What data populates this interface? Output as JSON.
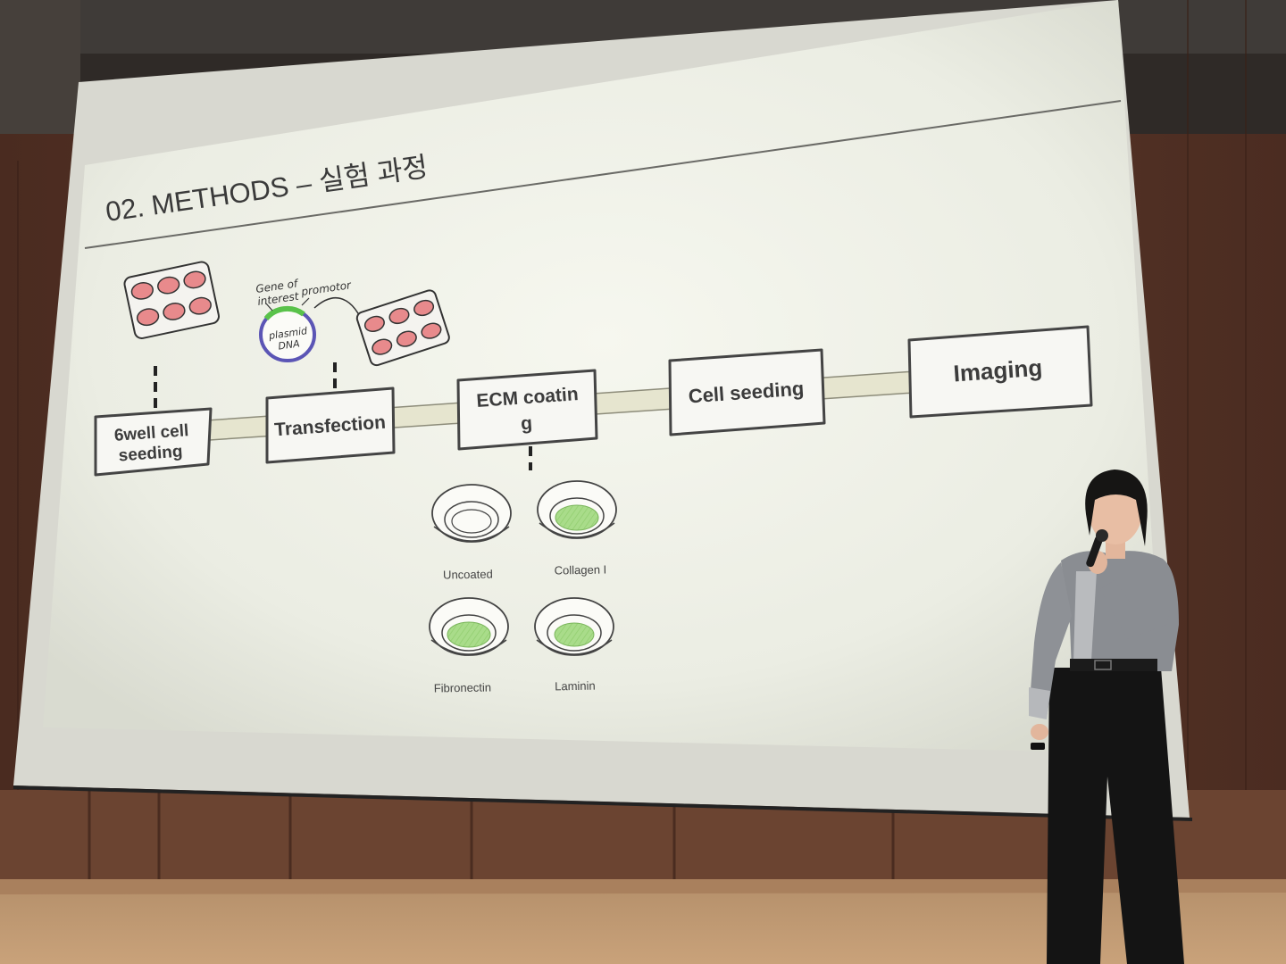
{
  "slide": {
    "title": "02. METHODS – 실험 과정",
    "steps": [
      {
        "label_line1": "6well cell",
        "label_line2": "seeding"
      },
      {
        "label_line1": "Transfection",
        "label_line2": ""
      },
      {
        "label_line1": "ECM coatin",
        "label_line2": "g"
      },
      {
        "label_line1": "Cell seeding",
        "label_line2": ""
      },
      {
        "label_line1": "Imaging",
        "label_line2": ""
      }
    ],
    "plasmid": {
      "gene_line1": "Gene of",
      "gene_line2": "interest",
      "promotor": "promotor",
      "dna_line1": "plasmid",
      "dna_line2": "DNA"
    },
    "coatings": [
      "Uncoated",
      "Collagen I",
      "Fibronectin",
      "Laminin"
    ]
  },
  "colors": {
    "screen": "#eceee4",
    "timeline": "#e6e5cf",
    "coating_green": "#a9dc8a",
    "well_pink": "#e88a8c",
    "plasmid_ring": "#5b55b5",
    "plasmid_gene": "#59c24a",
    "wall": "#5a3628"
  },
  "icons": [
    "six-well-plate-icon",
    "plasmid-icon",
    "culture-dish-icon",
    "microphone-icon"
  ]
}
